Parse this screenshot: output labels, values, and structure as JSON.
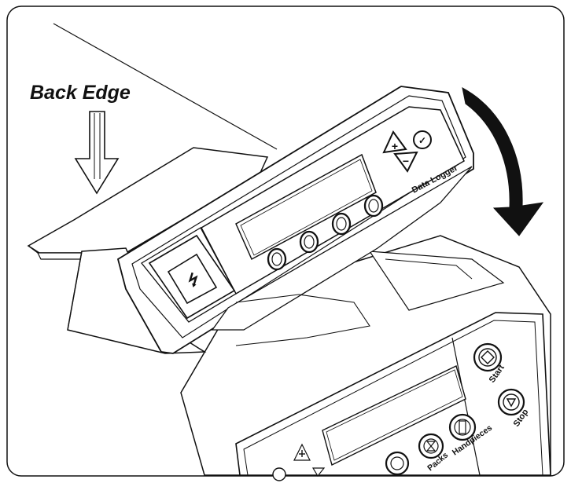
{
  "callout": {
    "label": "Back Edge"
  },
  "data_logger": {
    "brand_label": "Data Logger",
    "up_glyph": "+",
    "down_glyph": "−",
    "confirm_glyph": "✓",
    "usb_glyph": "⭍"
  },
  "base_unit": {
    "start_label": "Start",
    "stop_label": "Stop",
    "packs_label": "Packs",
    "handpieces_label": "Handpieces"
  },
  "colors": {
    "line": "#111111",
    "fill": "#ffffff",
    "arrow": "#111111"
  }
}
